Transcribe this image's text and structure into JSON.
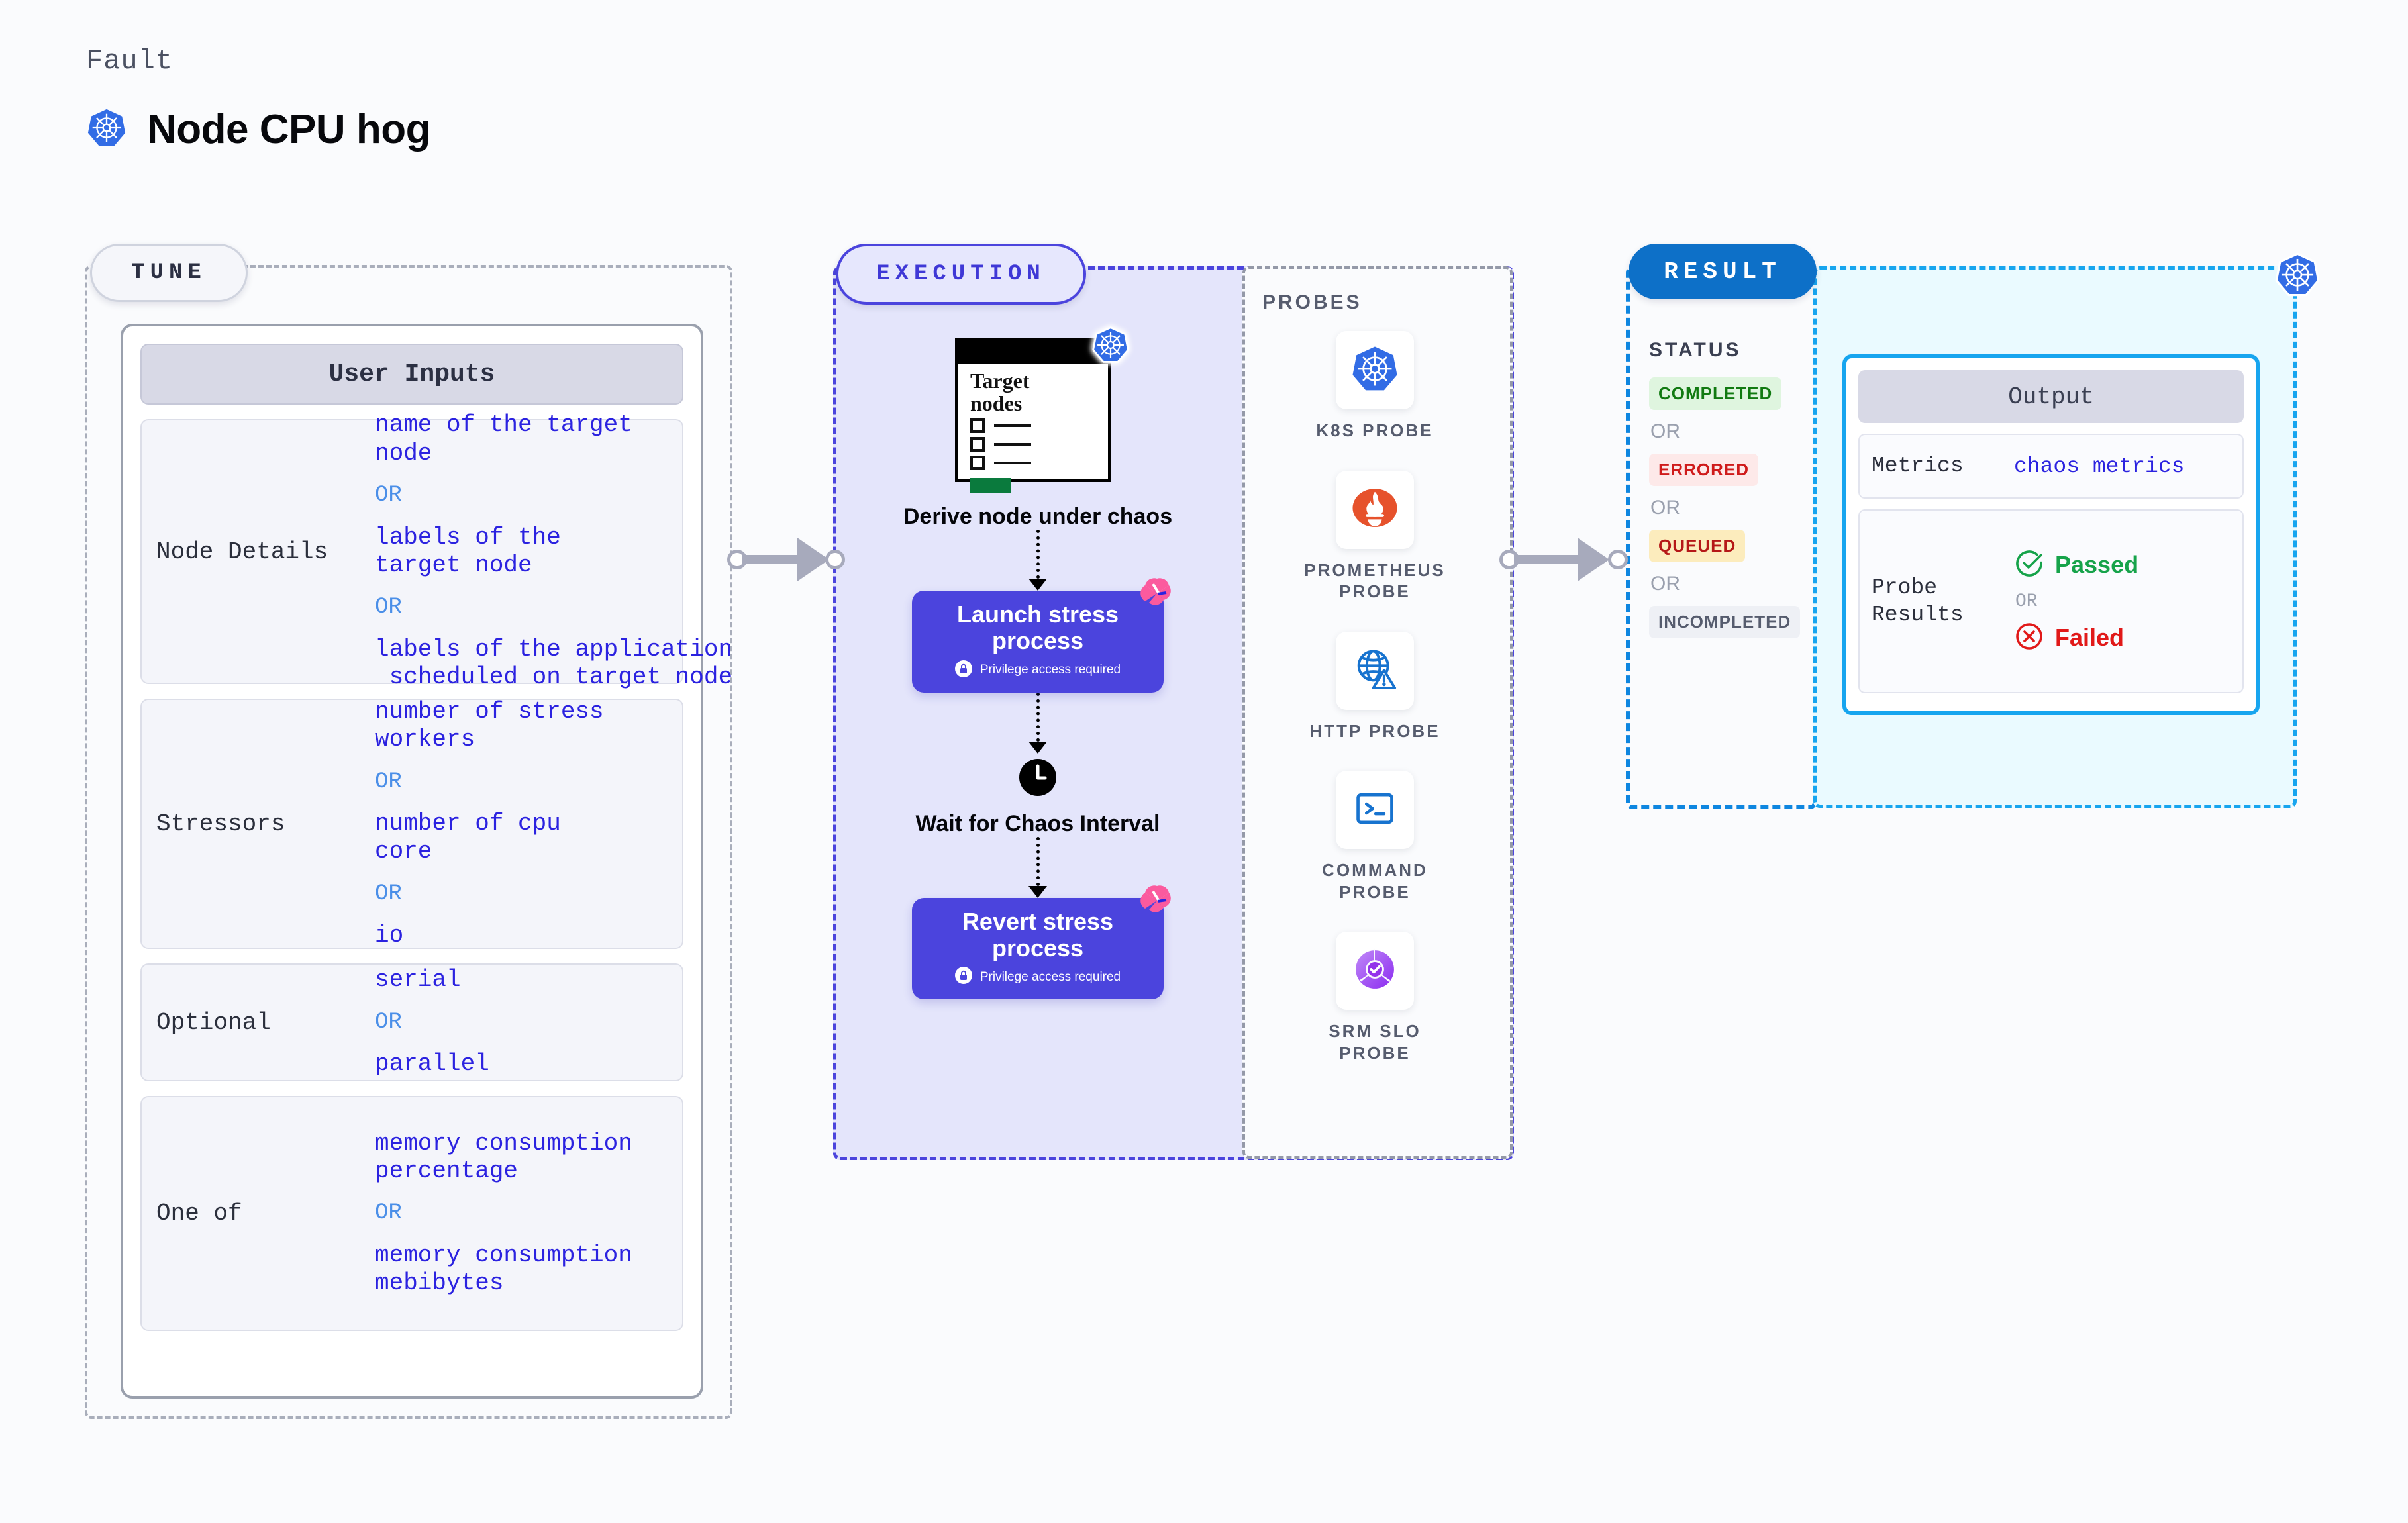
{
  "header": {
    "kicker": "Fault",
    "title": "Node CPU hog",
    "icon": "kubernetes-icon"
  },
  "sections": {
    "tune": {
      "pill_label": "TUNE"
    },
    "execution": {
      "pill_label": "EXECUTION"
    },
    "result": {
      "pill_label": "RESULT"
    },
    "probes": {
      "title": "PROBES"
    }
  },
  "tune": {
    "card_header": "User Inputs",
    "groups": [
      {
        "label": "Node Details",
        "values": [
          "name of the target\nnode",
          "labels of the\ntarget node",
          "labels of the application\n scheduled on target node"
        ],
        "or_label": "OR"
      },
      {
        "label": "Stressors",
        "values": [
          "number of stress\nworkers",
          "number of cpu\ncore",
          "io"
        ],
        "or_label": "OR"
      },
      {
        "label": "Optional",
        "values": [
          "serial",
          "parallel"
        ],
        "or_label": "OR"
      },
      {
        "label": "One of",
        "values": [
          "memory consumption\npercentage",
          "memory consumption\nmebibytes"
        ],
        "or_label": "OR"
      }
    ]
  },
  "execution": {
    "steps": [
      {
        "icon": "target-nodes-card-icon",
        "card_title": "Target\nnodes",
        "caption": "Derive node under\nchaos",
        "type": "card"
      },
      {
        "title": "Launch stress\nprocess",
        "note": "Privilege access required",
        "note_icon": "lock-icon",
        "badge_icon": "litmus-icon",
        "type": "process"
      },
      {
        "icon": "clock-icon",
        "caption": "Wait for Chaos\nInterval",
        "type": "wait"
      },
      {
        "title": "Revert stress\nprocess",
        "note": "Privilege access required",
        "note_icon": "lock-icon",
        "badge_icon": "litmus-icon",
        "type": "process"
      }
    ]
  },
  "probes": [
    {
      "label": "K8S PROBE",
      "icon": "kubernetes-icon"
    },
    {
      "label": "PROMETHEUS\nPROBE",
      "icon": "prometheus-icon"
    },
    {
      "label": "HTTP PROBE",
      "icon": "globe-warning-icon"
    },
    {
      "label": "COMMAND\nPROBE",
      "icon": "terminal-icon"
    },
    {
      "label": "SRM SLO\nPROBE",
      "icon": "srm-slo-icon"
    }
  ],
  "result": {
    "status_title": "STATUS",
    "or_label": "OR",
    "statuses": [
      {
        "label": "COMPLETED",
        "bg": "#dff5df",
        "fg": "#117a11"
      },
      {
        "label": "ERRORED",
        "bg": "#fde9e9",
        "fg": "#cf1b1b"
      },
      {
        "label": "QUEUED",
        "bg": "#fcecbd",
        "fg": "#b51717"
      },
      {
        "label": "INCOMPLETED",
        "bg": "#eef0f5",
        "fg": "#565c6e"
      }
    ]
  },
  "output": {
    "header": "Output",
    "metrics_label": "Metrics",
    "metrics_value": "chaos metrics",
    "probe_results_label": "Probe\nResults",
    "or_label": "OR",
    "passed_label": "Passed",
    "failed_label": "Failed",
    "passed_color": "#16a34a",
    "failed_color": "#e11919"
  },
  "colors": {
    "brand_purple": "#4b44dd",
    "brand_blue": "#0d70c8",
    "cyan": "#17a5ef",
    "value_blue": "#2b22e0",
    "or_blue": "#4b8fe8"
  }
}
